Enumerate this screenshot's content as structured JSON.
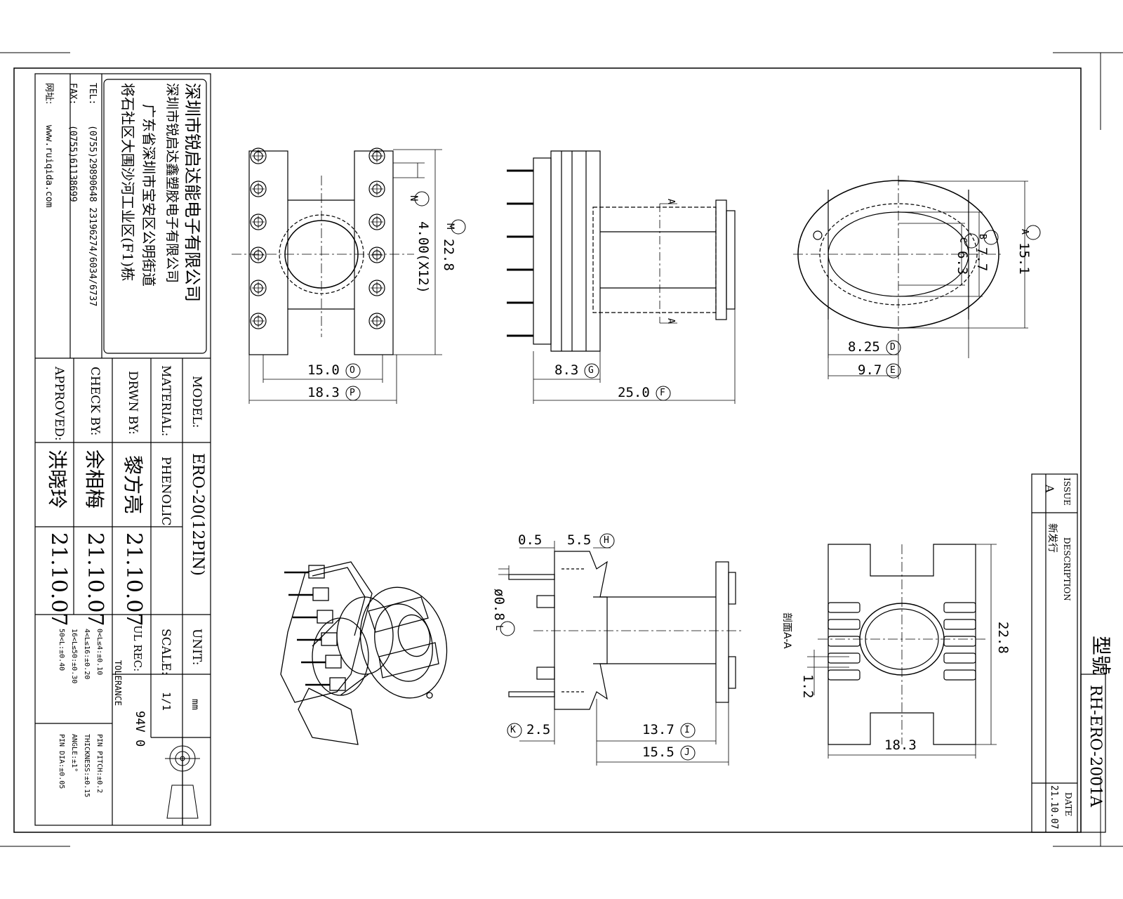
{
  "title_block": {
    "company_cn": "深圳市锐启达能电子有限公司",
    "factory_cn": "深圳市锐启达鑫塑胶电子有限公司",
    "address_line1": "广东省深圳市宝安区公明街道",
    "address_line2": "将石社区大围沙河工业区(F1)栋",
    "tel_label": "TEL:",
    "tel_value": "(0755)29890648  23196274/6034/6737",
    "fax_label": "FAX:",
    "fax_value": "(0755)61138699",
    "web_label": "网址:",
    "web_value": "www.ruiqida.com",
    "model_label": "MODEL:",
    "model_value": "ERO-20(12PIN)",
    "material_label": "MATERIAL:",
    "material_value": "PHENOLIC",
    "drawn_label": "DRWN BY:",
    "drawn_name": "黎方亮",
    "drawn_date": "21.10.07",
    "check_label": "CHECK BY:",
    "check_name": "余相梅",
    "check_date": "21.10.07",
    "approved_label": "APPROVED:",
    "approved_name": "洪晓玲",
    "approved_date": "21.10.07",
    "unit_label": "UNIT:",
    "unit_value": "mm",
    "scale_label": "SCALE:",
    "scale_value": "1/1",
    "ul_label": "UL REC:",
    "ul_value": "94V 0",
    "tolerance_label": "TOLERANCE",
    "tolerances_left": [
      "0<L≤4:±0.10",
      "4<L≤16:±0.20",
      "16<L≤50:±0.30",
      "50<L:±0.40"
    ],
    "tolerances_right": [
      "PIN PITCH:±0.2",
      "THICKNESS:±0.15",
      "ANGLE:±1°",
      "PIN DIA:±0.05"
    ]
  },
  "revision_block": {
    "issue_label": "ISSUE",
    "issue_value": "A",
    "description_label": "DESCRIPTION",
    "description_value": "新发行",
    "date_label": "DATE",
    "date_value": "21.10.07",
    "model_cn_label": "型號",
    "model_code": "RH-ERO-2001A"
  },
  "dimensions": {
    "front_pitch": "4.00(X12)",
    "front_pitch_tag": "N",
    "front_height": "22.8",
    "front_height_tag": "M",
    "front_row_span": "15.0",
    "front_row_span_tag": "O",
    "front_width": "18.3",
    "front_width_tag": "P",
    "side_base": "8.3",
    "side_base_tag": "G",
    "side_length": "25.0",
    "side_length_tag": "F",
    "section_mark": "A",
    "end_a": "15.1",
    "end_a_tag": "A",
    "end_b": "7.7",
    "end_b_tag": "B",
    "end_c": "6.3",
    "end_c_tag": "C",
    "end_d": "8.25",
    "end_d_tag": "D",
    "end_e": "9.7",
    "end_e_tag": "E",
    "sec_top1": "0.5",
    "sec_top2": "5.5",
    "sec_top2_tag": "H",
    "sec_pin_dia": "ø0.8",
    "sec_pin_dia_tag": "L",
    "sec_pin_len": "2.5",
    "sec_pin_len_tag": "K",
    "sec_winding": "13.7",
    "sec_winding_tag": "I",
    "sec_body": "15.5",
    "sec_body_tag": "J",
    "bottom_height": "22.8",
    "bottom_width": "18.3",
    "bottom_wall": "1.2",
    "bottom_section_label": "剖面A-A"
  }
}
